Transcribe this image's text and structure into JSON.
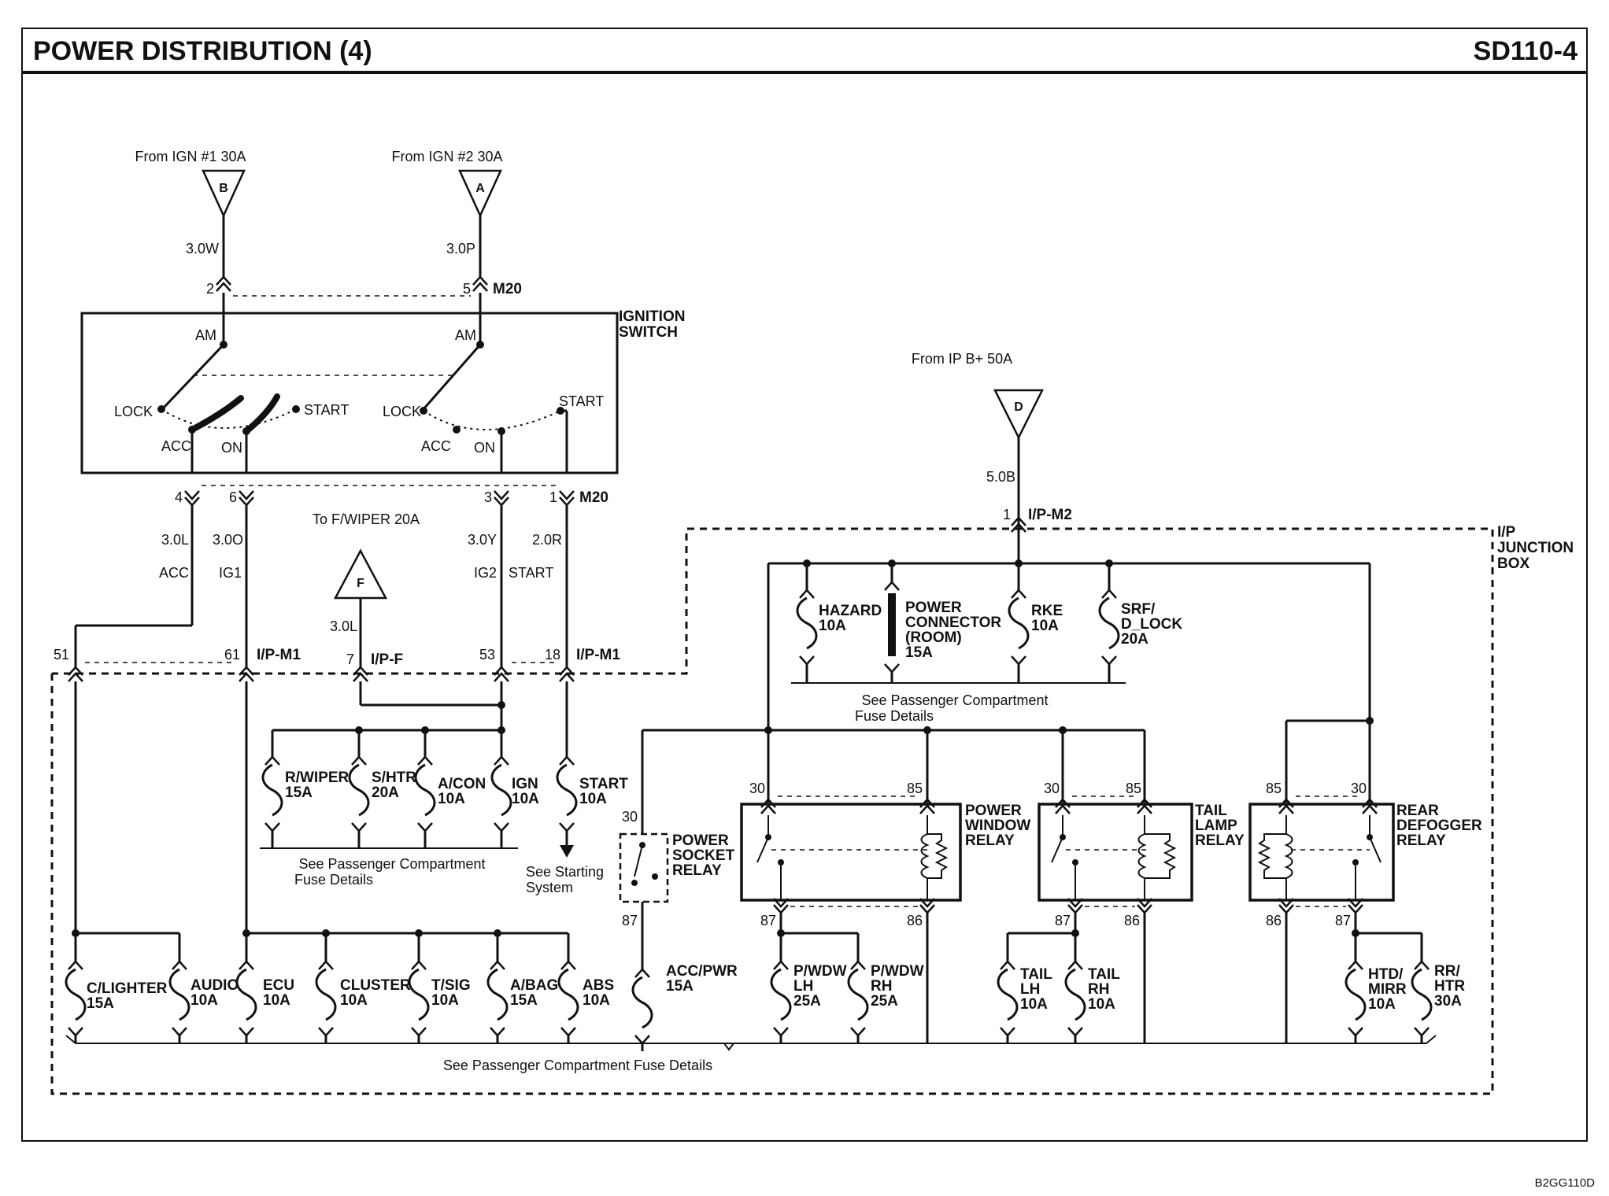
{
  "header": {
    "title": "POWER DISTRIBUTION (4)",
    "code": "SD110-4",
    "footer_code": "B2GG110D"
  },
  "sources": [
    {
      "id": "B",
      "label": "From IGN #1 30A",
      "wire": "3.0W",
      "pin": "2",
      "connector": ""
    },
    {
      "id": "A",
      "label": "From IGN #2 30A",
      "wire": "3.0P",
      "pin": "5",
      "connector": "M20"
    },
    {
      "id": "D",
      "label": "From IP B+ 50A",
      "wire": "5.0B",
      "pin": "1",
      "connector": "I/P-M2"
    },
    {
      "id": "F",
      "label": "To F/WIPER 20A",
      "wire": "3.0L",
      "pin": "7",
      "connector": "I/P-F"
    }
  ],
  "ignition_switch": {
    "title_1": "IGNITION",
    "title_2": "SWITCH",
    "am": "AM",
    "lock": "LOCK",
    "acc": "ACC",
    "on": "ON",
    "start": "START"
  },
  "switch_outputs": [
    {
      "pin": "4",
      "wire": "3.0L",
      "circuit": "ACC",
      "jb_pin": "51",
      "connector": ""
    },
    {
      "pin": "6",
      "wire": "3.0O",
      "circuit": "IG1",
      "jb_pin": "61",
      "connector": "I/P-M1"
    },
    {
      "pin": "3",
      "wire": "3.0Y",
      "circuit": "IG2",
      "jb_pin": "53",
      "connector": ""
    },
    {
      "pin": "1",
      "wire": "2.0R",
      "circuit": "START",
      "jb_pin": "18",
      "connector": "I/P-M1",
      "sw_connector": "M20"
    }
  ],
  "junction_box": {
    "line1": "I/P",
    "line2": "JUNCTION",
    "line3": "BOX"
  },
  "fuses": {
    "hazard": {
      "name": "HAZARD",
      "rating": "10A"
    },
    "power_connector": {
      "line1": "POWER",
      "line2": "CONNECTOR",
      "line3": "(ROOM)",
      "rating": "15A"
    },
    "rke": {
      "name": "RKE",
      "rating": "10A"
    },
    "srf": {
      "line1": "SRF/",
      "line2": "D_LOCK",
      "rating": "20A"
    },
    "r_wiper": {
      "name": "R/WIPER",
      "rating": "15A"
    },
    "s_htr": {
      "name": "S/HTR",
      "rating": "20A"
    },
    "a_con": {
      "name": "A/CON",
      "rating": "10A"
    },
    "ign": {
      "name": "IGN",
      "rating": "10A"
    },
    "start": {
      "name": "START",
      "rating": "10A"
    },
    "c_lighter": {
      "name": "C/LIGHTER",
      "rating": "15A"
    },
    "audio": {
      "name": "AUDIO",
      "rating": "10A"
    },
    "ecu": {
      "name": "ECU",
      "rating": "10A"
    },
    "cluster": {
      "name": "CLUSTER",
      "rating": "10A"
    },
    "t_sig": {
      "name": "T/SIG",
      "rating": "10A"
    },
    "a_bag": {
      "name": "A/BAG",
      "rating": "15A"
    },
    "abs": {
      "name": "ABS",
      "rating": "10A"
    },
    "acc_pwr": {
      "name": "ACC/PWR",
      "rating": "15A"
    },
    "p_wdw_lh": {
      "line1": "P/WDW",
      "line2": "LH",
      "rating": "25A"
    },
    "p_wdw_rh": {
      "line1": "P/WDW",
      "line2": "RH",
      "rating": "25A"
    },
    "tail_lh": {
      "line1": "TAIL",
      "line2": "LH",
      "rating": "10A"
    },
    "tail_rh": {
      "line1": "TAIL",
      "line2": "RH",
      "rating": "10A"
    },
    "htd_mirr": {
      "line1": "HTD/",
      "line2": "MIRR",
      "rating": "10A"
    },
    "rr_htr": {
      "line1": "RR/",
      "line2": "HTR",
      "rating": "30A"
    }
  },
  "relays": {
    "power_socket": {
      "line1": "POWER",
      "line2": "SOCKET",
      "line3": "RELAY",
      "pin_in": "30",
      "pin_out": "87"
    },
    "power_window": {
      "line1": "POWER",
      "line2": "WINDOW",
      "line3": "RELAY",
      "p30": "30",
      "p85": "85",
      "p87": "87",
      "p86": "86"
    },
    "tail_lamp": {
      "line1": "TAIL",
      "line2": "LAMP",
      "line3": "RELAY",
      "p30": "30",
      "p85": "85",
      "p87": "87",
      "p86": "86"
    },
    "rear_defogger": {
      "line1": "REAR",
      "line2": "DEFOGGER",
      "line3": "RELAY",
      "p85": "85",
      "p30": "30",
      "p86": "86",
      "p87": "87"
    }
  },
  "notes": {
    "fuse_details_top": "See Passenger Compartment",
    "fuse_details_top2": "Fuse Details",
    "fuse_details_mid": "See Passenger Compartment",
    "fuse_details_mid2": "Fuse Details",
    "fuse_details_bottom": "See Passenger Compartment Fuse Details",
    "starting_1": "See Starting",
    "starting_2": "System"
  }
}
